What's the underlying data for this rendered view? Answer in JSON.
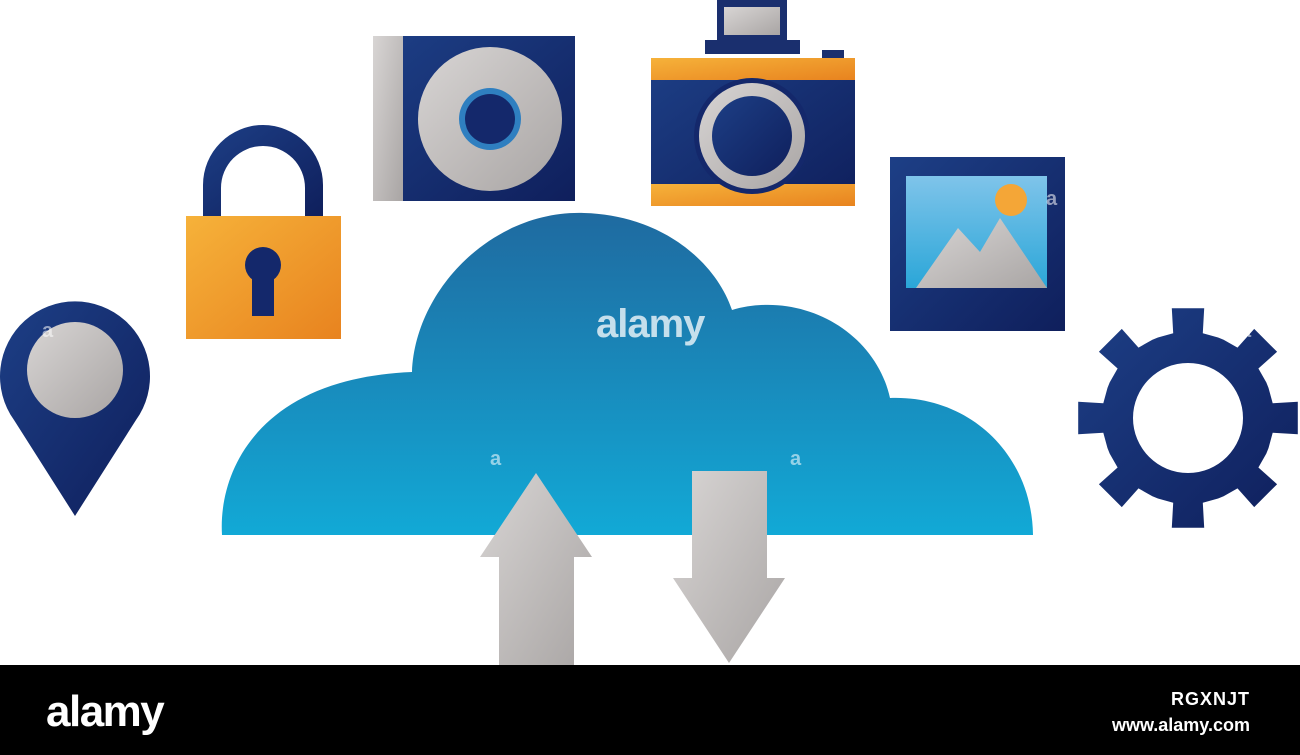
{
  "watermark": {
    "center_text": "alamy",
    "small_mark": "a"
  },
  "footer": {
    "logo_text": "alamy",
    "image_id": "RGXNJT",
    "url": "www.alamy.com"
  },
  "icons": [
    "location-pin-icon",
    "padlock-icon",
    "speaker-icon",
    "camera-icon",
    "picture-icon",
    "gear-icon",
    "cloud-icon",
    "upload-arrow-icon",
    "download-arrow-icon"
  ],
  "colors": {
    "navy": "#14286b",
    "cloud_top": "#1f6fa3",
    "cloud_bottom": "#14a7d4",
    "orange": "#f0a12b",
    "gray": "#c9c5c4",
    "footer_bg": "#000000"
  }
}
